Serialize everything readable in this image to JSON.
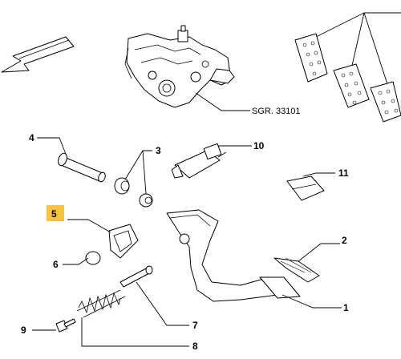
{
  "diagram": {
    "reference_label": "SGR. 33101",
    "callouts": {
      "c1": "1",
      "c2": "2",
      "c3": "3",
      "c4": "4",
      "c5": "5",
      "c6": "6",
      "c7": "7",
      "c8": "8",
      "c9": "9",
      "c10": "10",
      "c11": "11"
    },
    "highlight_color": "#f5c242"
  }
}
